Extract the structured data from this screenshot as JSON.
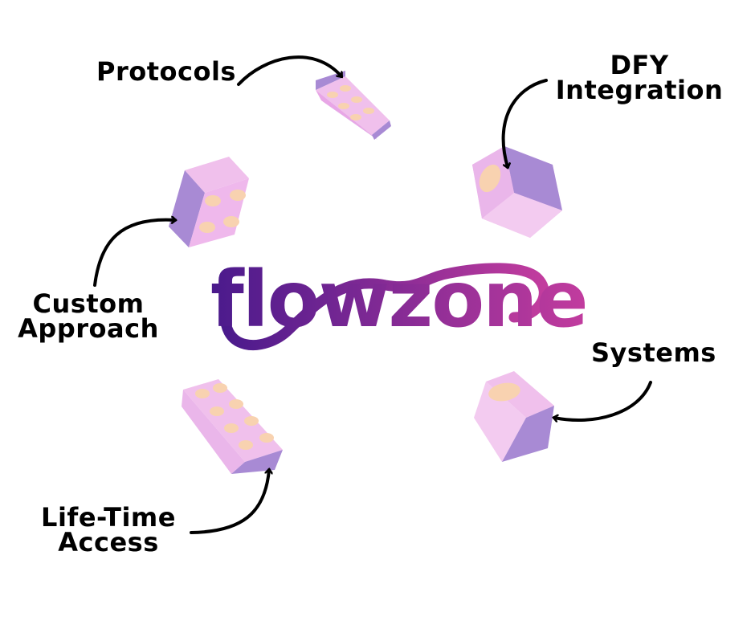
{
  "colors": {
    "background": "#ffffff",
    "text": "#000000",
    "arrow": "#000000",
    "brick_light": "#f0c0ec",
    "brick_mid": "#e8a6e6",
    "brick_dark": "#a88ad4",
    "stud": "#f8d2b0",
    "logo_start": "#4a1a8c",
    "logo_end": "#c23c9e"
  },
  "logo": {
    "text": "flowzone"
  },
  "labels": {
    "protocols": "Protocols",
    "dfy": {
      "line1": "DFY",
      "line2": "Integration"
    },
    "custom": {
      "line1": "Custom",
      "line2": "Approach"
    },
    "systems": "Systems",
    "lifetime": {
      "line1": "Life-Time",
      "line2": "Access"
    }
  },
  "bricks": [
    {
      "name": "protocols-brick",
      "studs": 6
    },
    {
      "name": "dfy-integration-brick",
      "studs": 1
    },
    {
      "name": "custom-approach-brick",
      "studs": 4
    },
    {
      "name": "systems-brick",
      "studs": 1
    },
    {
      "name": "life-time-access-brick",
      "studs": 8
    }
  ]
}
